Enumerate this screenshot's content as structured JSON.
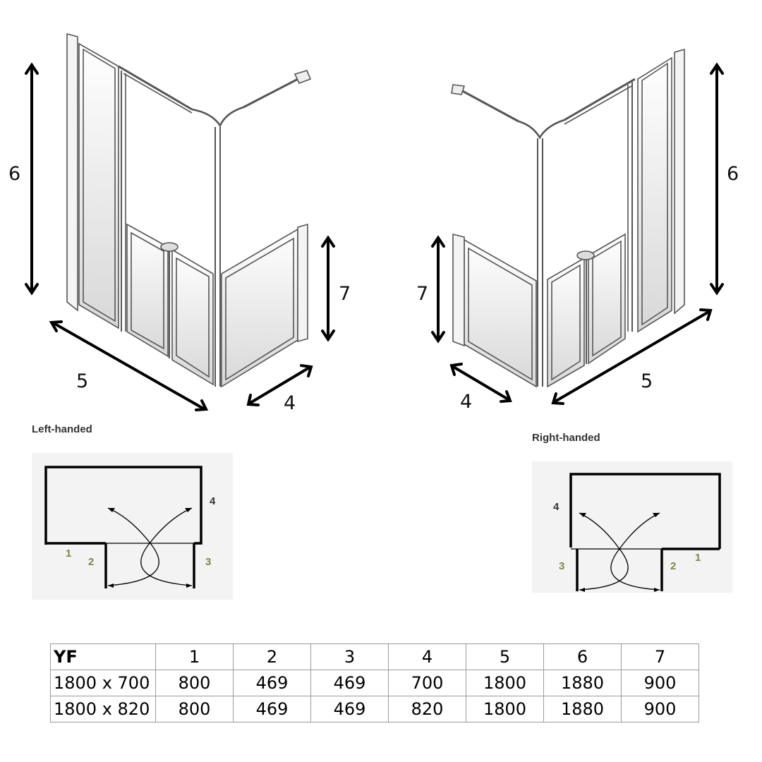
{
  "illustration": {
    "left_enclosure": {
      "labels": {
        "six": "6",
        "seven": "7",
        "five": "5",
        "four": "4"
      }
    },
    "right_enclosure": {
      "labels": {
        "six": "6",
        "seven": "7",
        "five": "5",
        "four": "4"
      }
    }
  },
  "plans": {
    "left": {
      "title": "Left-handed",
      "numbers": {
        "n1": "1",
        "n2": "2",
        "n3": "3",
        "n4": "4"
      }
    },
    "right": {
      "title": "Right-handed",
      "numbers": {
        "n1": "1",
        "n2": "2",
        "n3": "3",
        "n4": "4"
      }
    }
  },
  "table": {
    "headers": [
      "YF",
      "1",
      "2",
      "3",
      "4",
      "5",
      "6",
      "7"
    ],
    "rows": [
      [
        "1800 x 700",
        "800",
        "469",
        "469",
        "700",
        "1800",
        "1880",
        "900"
      ],
      [
        "1800 x 820",
        "800",
        "469",
        "469",
        "820",
        "1800",
        "1880",
        "900"
      ]
    ]
  },
  "colors": {
    "frame": "#555555",
    "glass": "#e4e4e4",
    "arrow": "#000000",
    "plan_background": "#f3f3f3",
    "plan_number_green": "#7a8a4a"
  }
}
